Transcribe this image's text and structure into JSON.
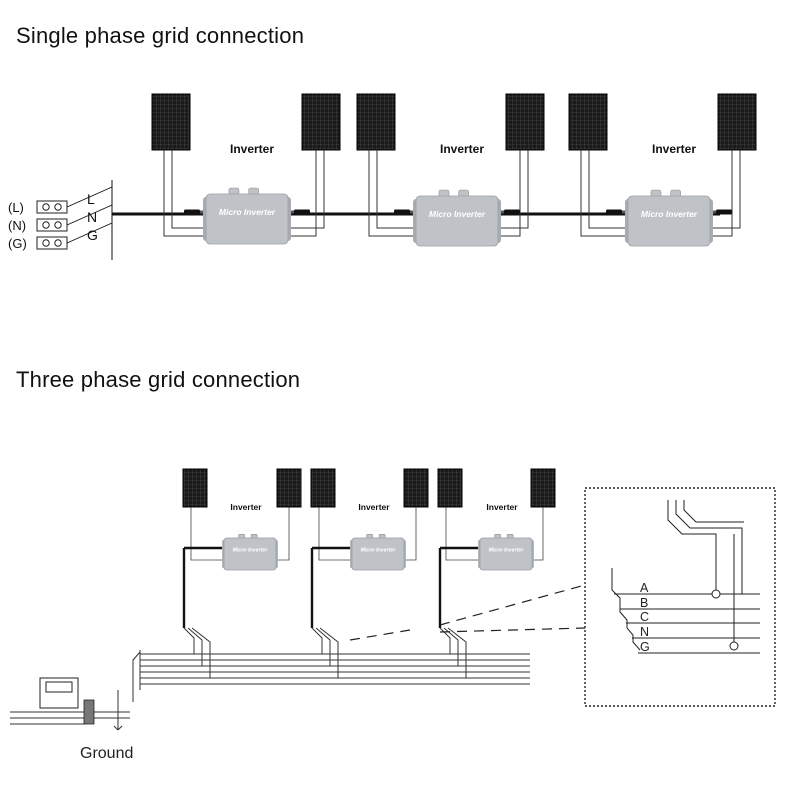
{
  "titles": {
    "single": "Single phase grid connection",
    "three": "Three phase grid connection"
  },
  "single_phase": {
    "terminals": [
      {
        "code": "(L)",
        "line": "L"
      },
      {
        "code": "(N)",
        "line": "N"
      },
      {
        "code": "(G)",
        "line": "G"
      }
    ],
    "inverter_label": "Inverter",
    "device_label": "Micro Inverter"
  },
  "three_phase": {
    "inverter_label": "Inverter",
    "device_label": "Micro Inverter",
    "ground_label": "Ground",
    "phase_lines": [
      "A",
      "B",
      "C",
      "N",
      "G"
    ]
  },
  "colors": {
    "panel": "#1a1a1a",
    "inverter_body": "#bfc3c7",
    "wire": "#111111"
  }
}
